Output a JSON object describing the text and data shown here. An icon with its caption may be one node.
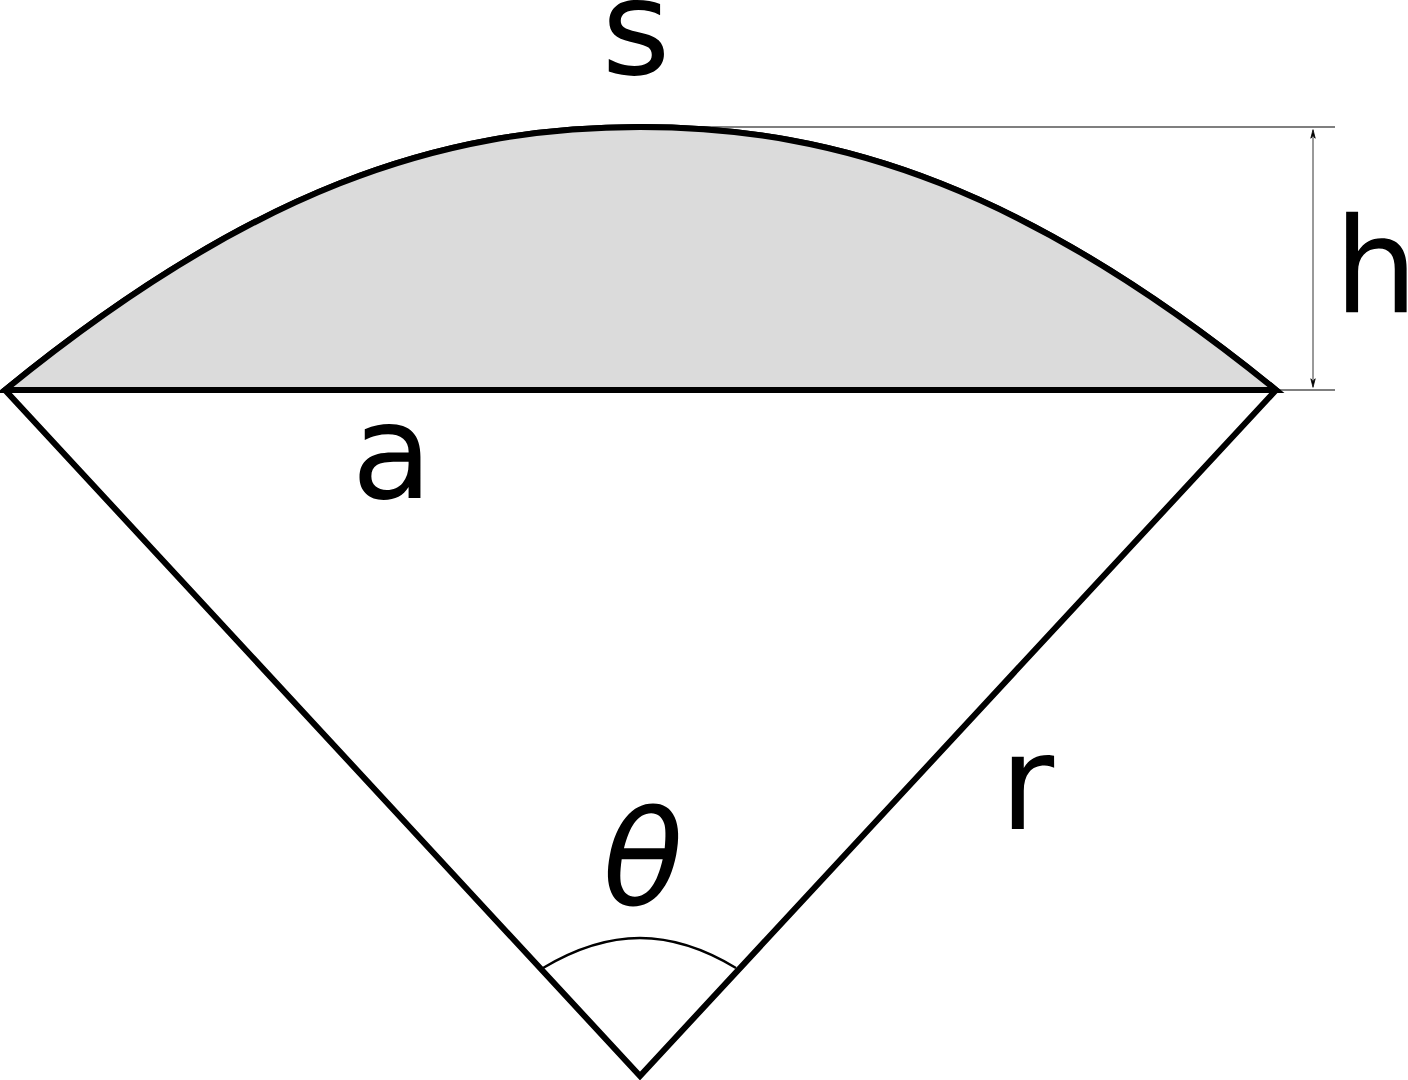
{
  "diagram": {
    "labels": [
      "s",
      "h",
      "a",
      "r",
      "θ"
    ]
  }
}
